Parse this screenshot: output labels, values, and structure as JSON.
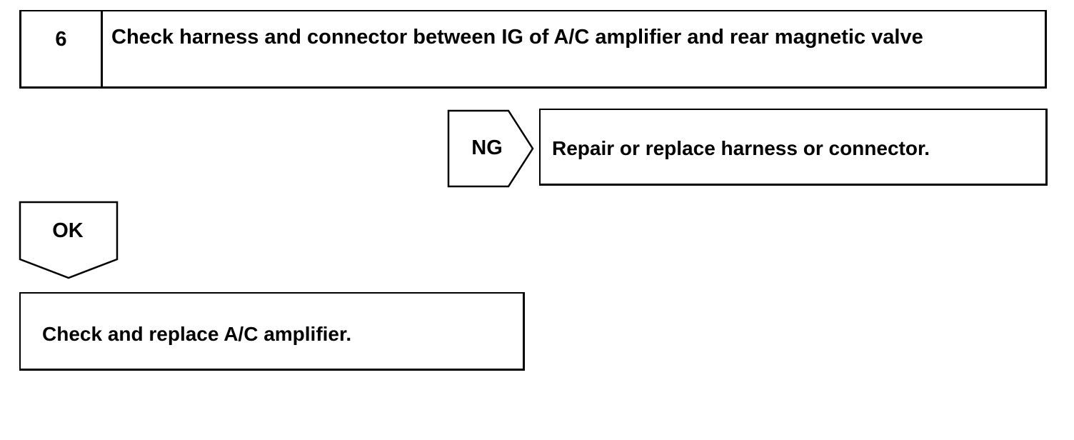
{
  "step": {
    "number": "6",
    "title": "Check harness and connector between IG of A/C amplifier and rear magnetic valve"
  },
  "ng_branch": {
    "label": "NG",
    "action": "Repair or replace harness or connector."
  },
  "ok_branch": {
    "label": "OK",
    "action": "Check and replace A/C amplifier."
  }
}
